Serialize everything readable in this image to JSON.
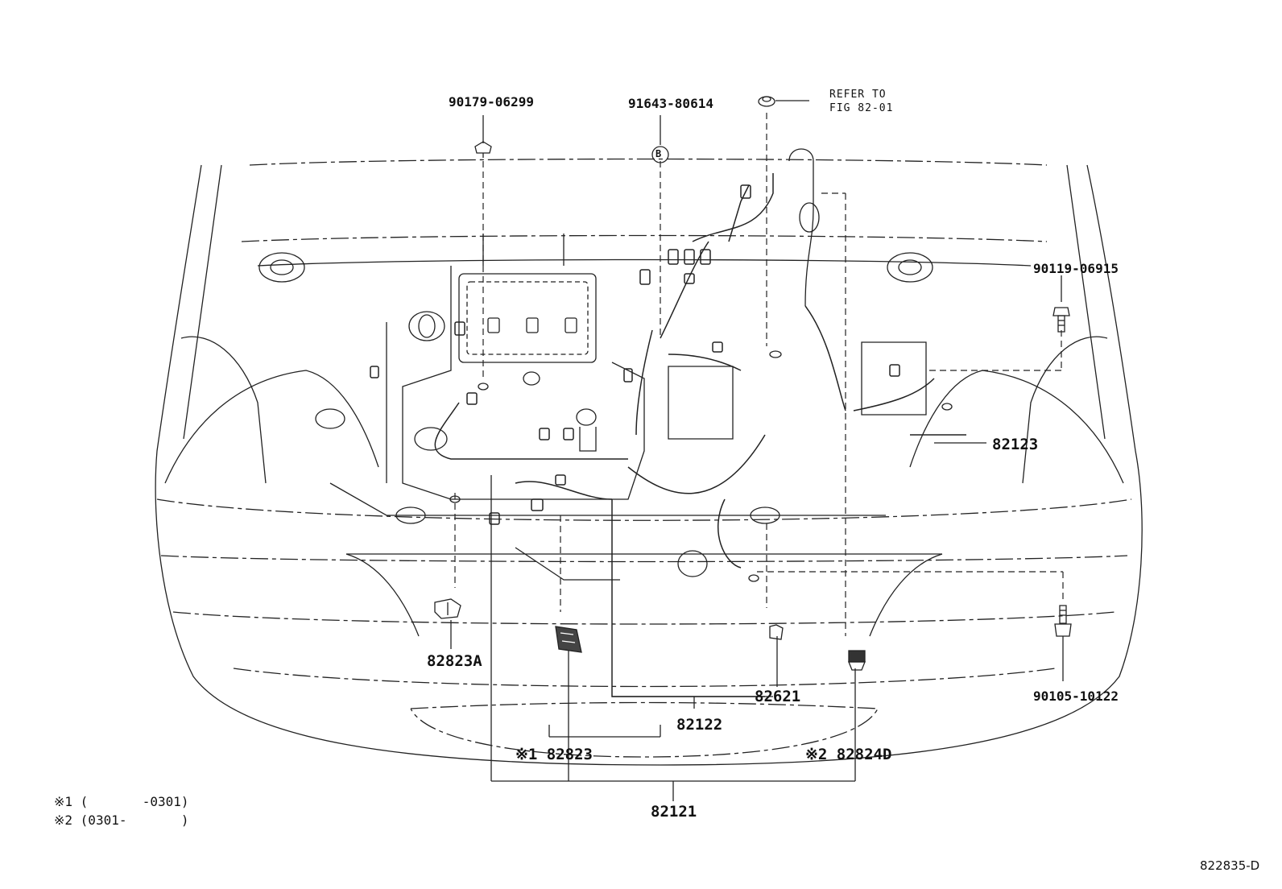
{
  "callouts": {
    "p90179": "90179-06299",
    "p91643": "91643-80614",
    "refer_line1": "REFER TO",
    "refer_line2": "FIG 82-01",
    "p90119": "90119-06915",
    "p82123": "82123",
    "p82823A": "82823A",
    "p82621": "82621",
    "p90105": "90105-10122",
    "p82122": "82122",
    "p82823": "※1 82823",
    "p82824D": "※2 82824D",
    "p82121": "82121",
    "circle_b": "B"
  },
  "notes": {
    "note1": "※1 (       -0301)",
    "note2": "※2 (0301-       )"
  },
  "diagram_code": "822835-D"
}
